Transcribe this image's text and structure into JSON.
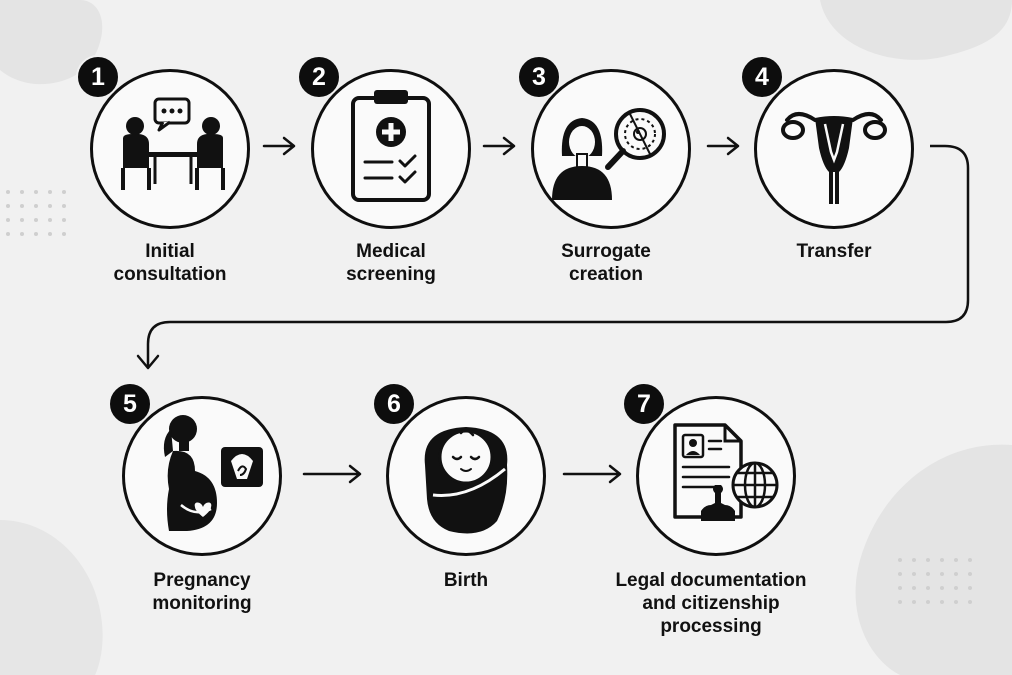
{
  "steps": [
    {
      "number": "1",
      "label_lines": [
        "Initial",
        "consultation"
      ]
    },
    {
      "number": "2",
      "label_lines": [
        "Medical",
        "screening"
      ]
    },
    {
      "number": "3",
      "label_lines": [
        "Surrogate",
        "creation"
      ]
    },
    {
      "number": "4",
      "label_lines": [
        "Transfer"
      ]
    },
    {
      "number": "5",
      "label_lines": [
        "Pregnancy",
        "monitoring"
      ]
    },
    {
      "number": "6",
      "label_lines": [
        "Birth"
      ]
    },
    {
      "number": "7",
      "label_lines": [
        "Legal documentation",
        "and citizenship",
        "processing"
      ]
    }
  ],
  "icons": [
    "consultation-icon",
    "clipboard-checklist-icon",
    "surrogate-magnifier-icon",
    "uterus-icon",
    "pregnant-woman-ultrasound-icon",
    "swaddled-baby-icon",
    "documents-globe-stamp-icon"
  ],
  "colors": {
    "ink": "#0f0f0f",
    "background": "#f1f1f1",
    "badge_text": "#ffffff"
  }
}
